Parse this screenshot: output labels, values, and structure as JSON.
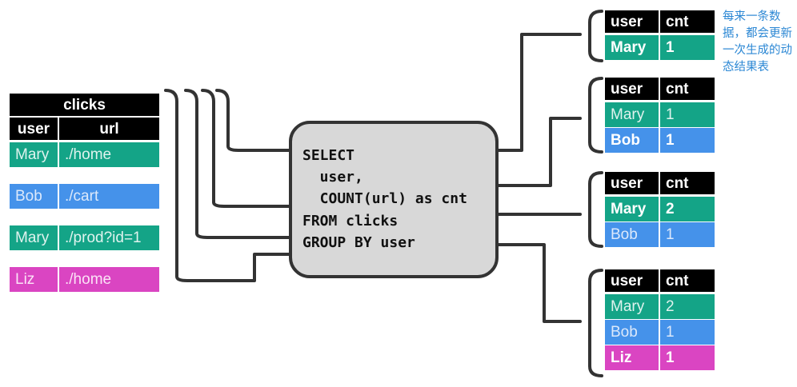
{
  "input": {
    "title": "clicks",
    "columns": [
      "user",
      "url"
    ],
    "rows": [
      {
        "user": "Mary",
        "url": "./home",
        "color": "green"
      },
      {
        "user": "Bob",
        "url": "./cart",
        "color": "blue"
      },
      {
        "user": "Mary",
        "url": "./prod?id=1",
        "color": "green"
      },
      {
        "user": "Liz",
        "url": "./home",
        "color": "pink"
      }
    ]
  },
  "query": {
    "lines": [
      "SELECT",
      "  user,",
      "  COUNT(url) as cnt",
      "FROM clicks",
      "GROUP BY user"
    ]
  },
  "results": [
    {
      "columns": [
        "user",
        "cnt"
      ],
      "rows": [
        {
          "user": "Mary",
          "cnt": "1",
          "color": "green",
          "updated": true
        }
      ]
    },
    {
      "columns": [
        "user",
        "cnt"
      ],
      "rows": [
        {
          "user": "Mary",
          "cnt": "1",
          "color": "green",
          "updated": false
        },
        {
          "user": "Bob",
          "cnt": "1",
          "color": "blue",
          "updated": true
        }
      ]
    },
    {
      "columns": [
        "user",
        "cnt"
      ],
      "rows": [
        {
          "user": "Mary",
          "cnt": "2",
          "color": "green",
          "updated": true
        },
        {
          "user": "Bob",
          "cnt": "1",
          "color": "blue",
          "updated": false
        }
      ]
    },
    {
      "columns": [
        "user",
        "cnt"
      ],
      "rows": [
        {
          "user": "Mary",
          "cnt": "2",
          "color": "green",
          "updated": false
        },
        {
          "user": "Bob",
          "cnt": "1",
          "color": "blue",
          "updated": false
        },
        {
          "user": "Liz",
          "cnt": "1",
          "color": "pink",
          "updated": true
        }
      ]
    }
  ],
  "note": "每来一条数据，都会更新一次生成的动态结果表",
  "colors": {
    "green": "#14a487",
    "blue": "#4592ea",
    "pink": "#da45c2",
    "header": "#000000",
    "line": "#333333",
    "box": "#d8d8d8",
    "note": "#2b87d4"
  }
}
